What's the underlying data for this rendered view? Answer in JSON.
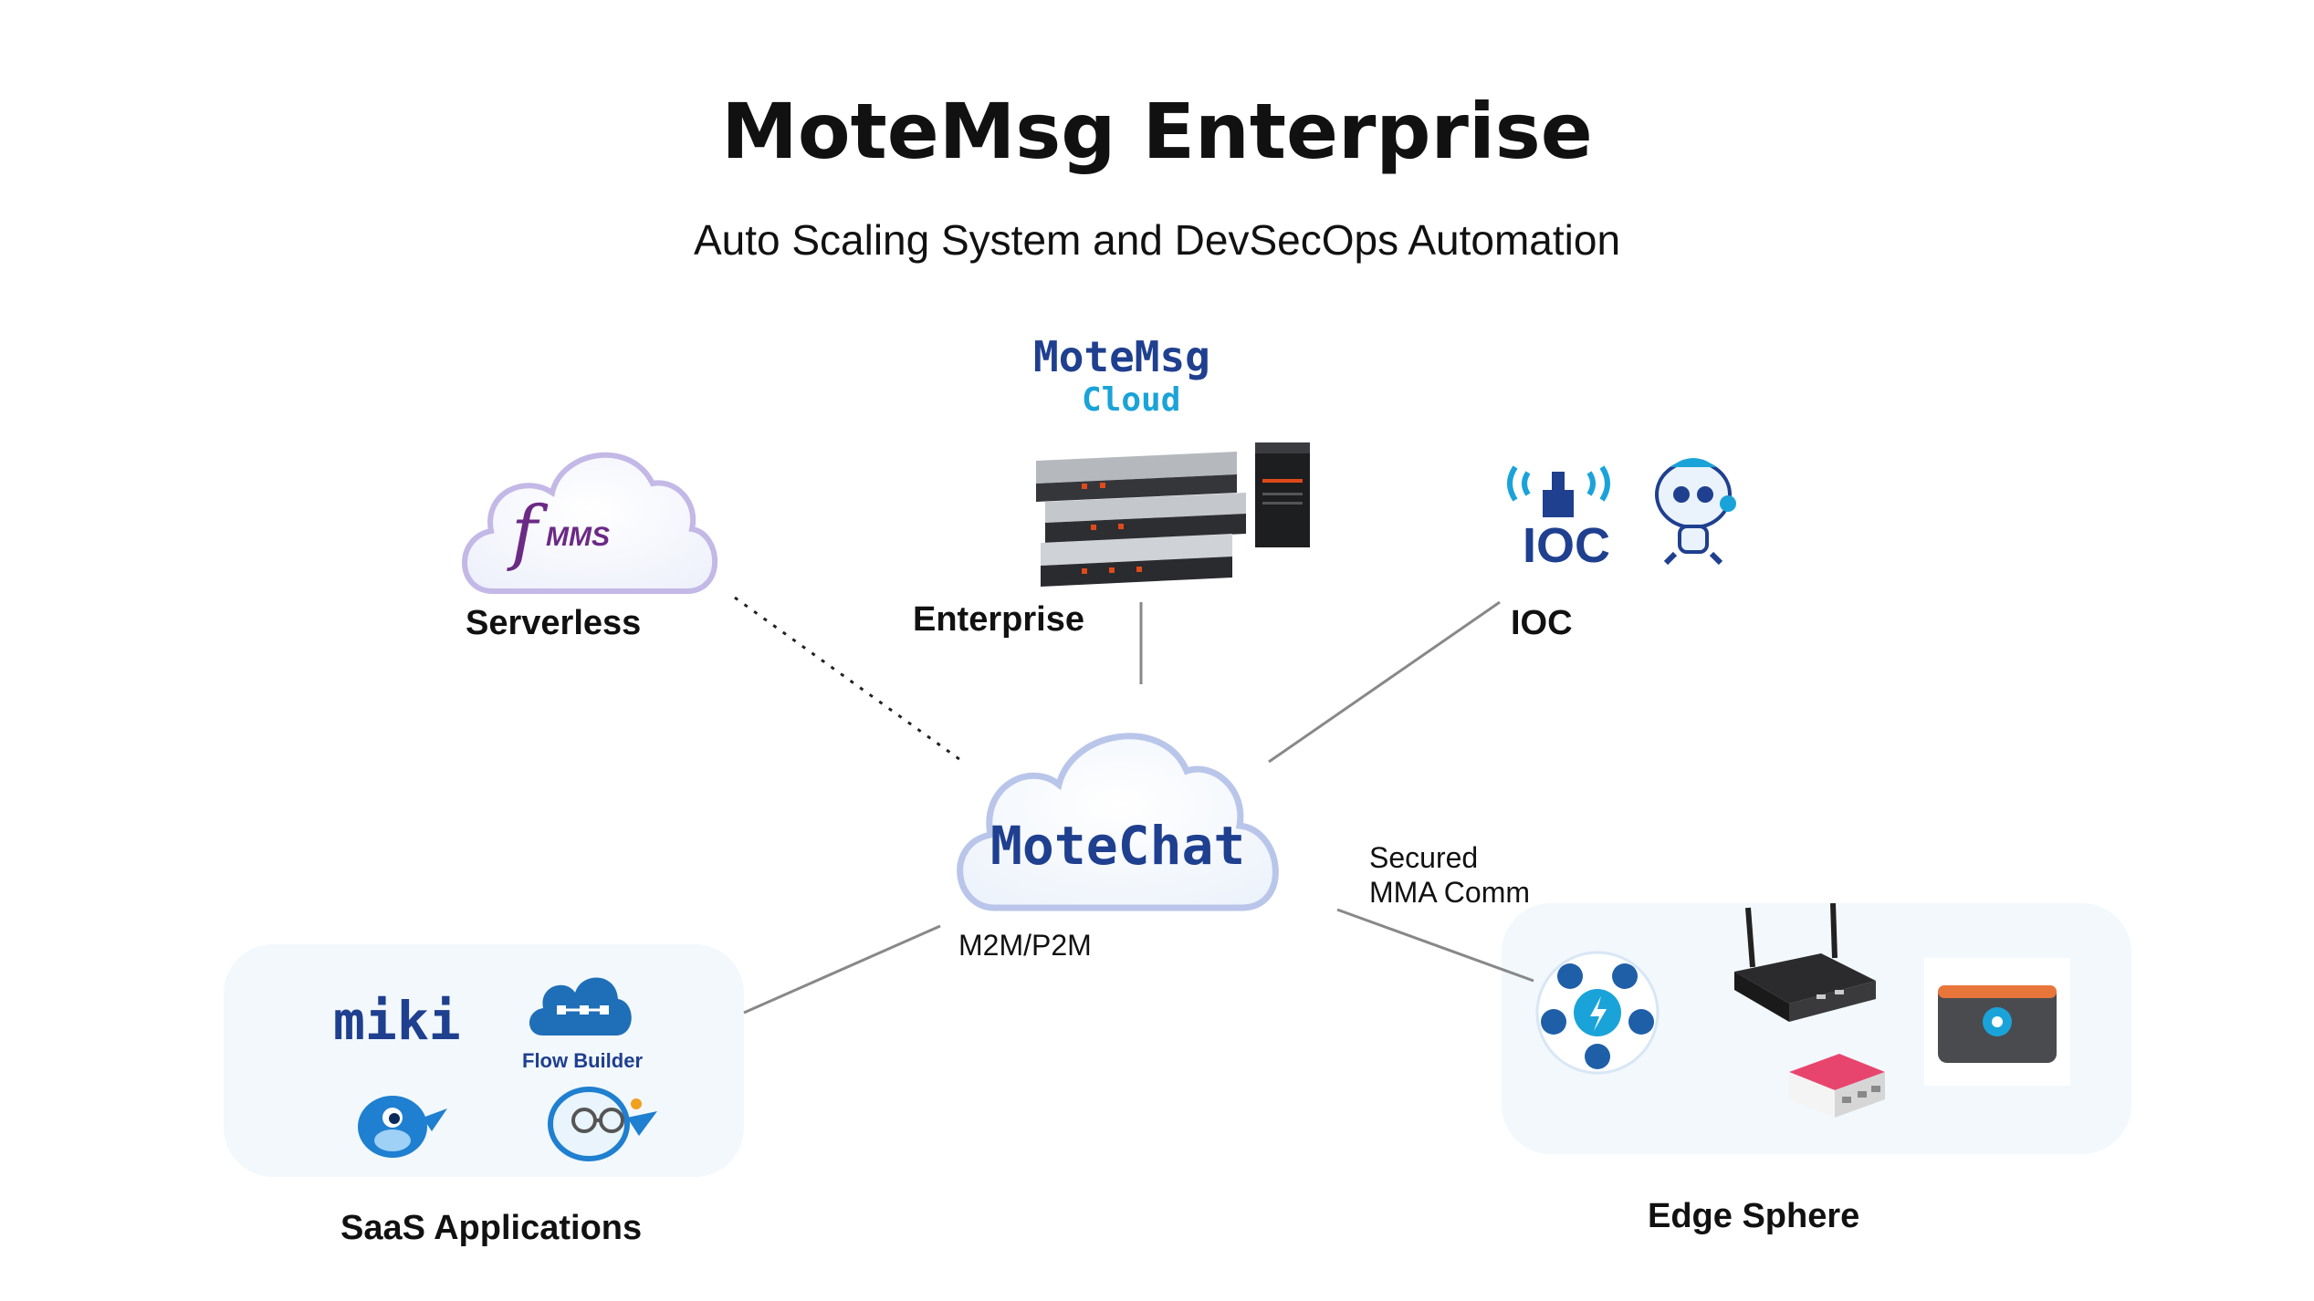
{
  "title": "MoteMsg Enterprise",
  "subtitle": "Auto Scaling System and DevSecOps Automation",
  "center_node": {
    "label": "MoteChat"
  },
  "nodes": {
    "serverless": {
      "label": "Serverless",
      "logo_text": "MMS",
      "logo_prefix": "f"
    },
    "enterprise": {
      "label": "Enterprise",
      "brand_line1": "MoteMsg",
      "brand_line2": "Cloud"
    },
    "ioc": {
      "label": "IOC",
      "logo_text": "IOC"
    },
    "saas": {
      "label": "SaaS Applications",
      "app1": "miki",
      "app2_caption": "Flow Builder"
    },
    "edge": {
      "label": "Edge Sphere"
    }
  },
  "edges": {
    "m2m": "M2M/P2M",
    "secured_line1": "Secured",
    "secured_line2": "MMA Comm"
  },
  "colors": {
    "navy": "#1f3f8f",
    "cyan": "#1aa3d9",
    "purple": "#6b2a86",
    "cloud_outline": "#b9c6ea",
    "panel": "#f2f8fc",
    "connector": "#7a7a7a"
  }
}
